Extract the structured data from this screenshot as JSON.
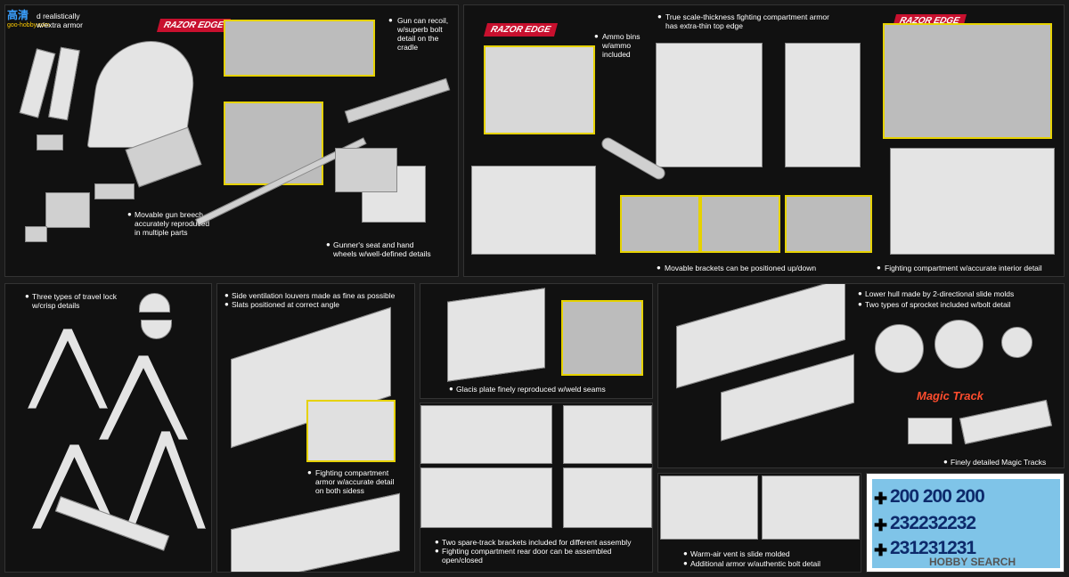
{
  "watermark_top": {
    "cn": "高清",
    "url": "goo-hobby.com"
  },
  "watermark_bottom": "HOBBY SEARCH",
  "badges": {
    "razor_edge": "RAZOR EDGE",
    "magic_track": "Magic Track"
  },
  "panel1": {
    "top_text": "d realistically\n w/extra armor",
    "gun_recoil": "Gun can recoil,\nw/superb bolt\ndetail on the\ncradle",
    "breech": "Movable gun breech\naccurately reproduced\nin multiple parts",
    "seat": "Gunner's seat and hand\nwheels w/well-defined details"
  },
  "panel2": {
    "ammo": "Ammo bins\nw/ammo\nincluded",
    "armor": "True scale-thickness fighting compartment armor\nhas extra-thin top edge",
    "brackets": "Movable brackets can be positioned up/down",
    "interior": "Fighting compartment w/accurate interior detail"
  },
  "panel3": {
    "lock": "Three types of travel lock\nw/crisp details"
  },
  "panel4": {
    "louvers": "Side ventilation louvers made as fine as possible",
    "slats": "Slats positioned at correct angle",
    "fighting": "Fighting compartment\narmor w/accurate detail\non both sidess"
  },
  "panel5": {
    "glacis": "Glacis plate finely reproduced w/weld seams"
  },
  "panel6": {
    "spare1": "Two spare-track brackets included for different assembly",
    "spare2": "Fighting compartment rear door can be assembled\nopen/closed"
  },
  "panel7": {
    "hull": "Lower hull made by 2-directional slide molds",
    "sprocket": "Two types of sprocket included w/bolt detail",
    "tracks": "Finely detailed Magic Tracks"
  },
  "panel8": {
    "vent": "Warm-air vent is slide molded",
    "bolt": "Additional armor w/authentic bolt detail"
  },
  "decals": {
    "row1": "200 200 200",
    "row2": "232232232",
    "row3": "231231231"
  }
}
